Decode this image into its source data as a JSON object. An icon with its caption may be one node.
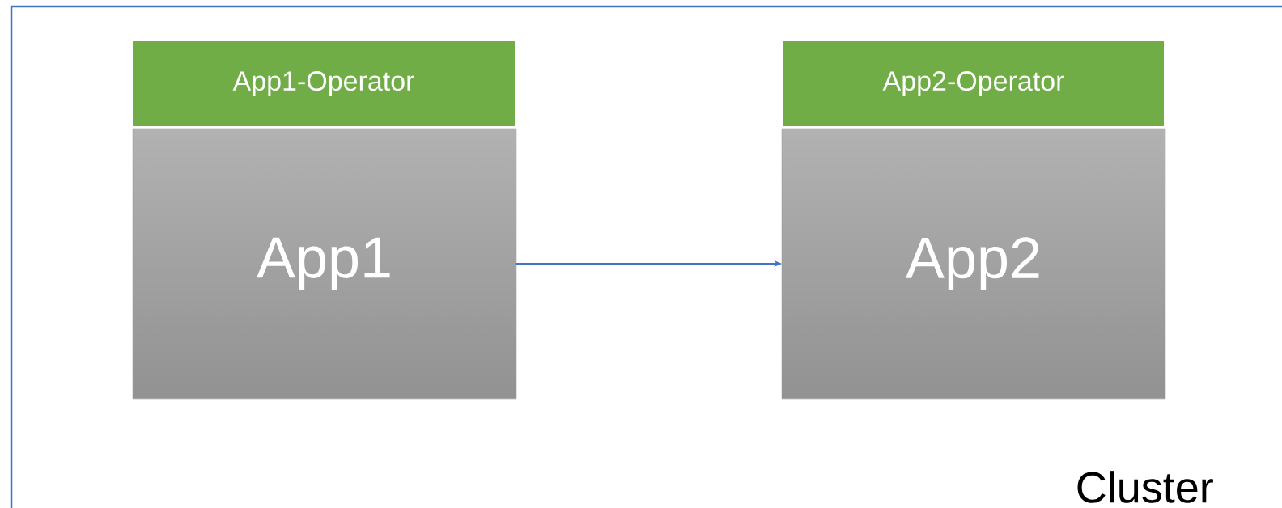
{
  "diagram": {
    "nodes": [
      {
        "text": [
          "Cluster"
        ]
      },
      {
        "text": [
          "App1-Operator"
        ],
        "in": 0
      },
      {
        "text": [
          "App1"
        ],
        "in": 0
      },
      {
        "text": [
          "App2-Operator"
        ],
        "in": 0
      },
      {
        "text": [
          "App2"
        ],
        "in": 0
      }
    ],
    "edges": [
      {
        "from": 2,
        "to": 4,
        "arrow": "to"
      }
    ]
  }
}
